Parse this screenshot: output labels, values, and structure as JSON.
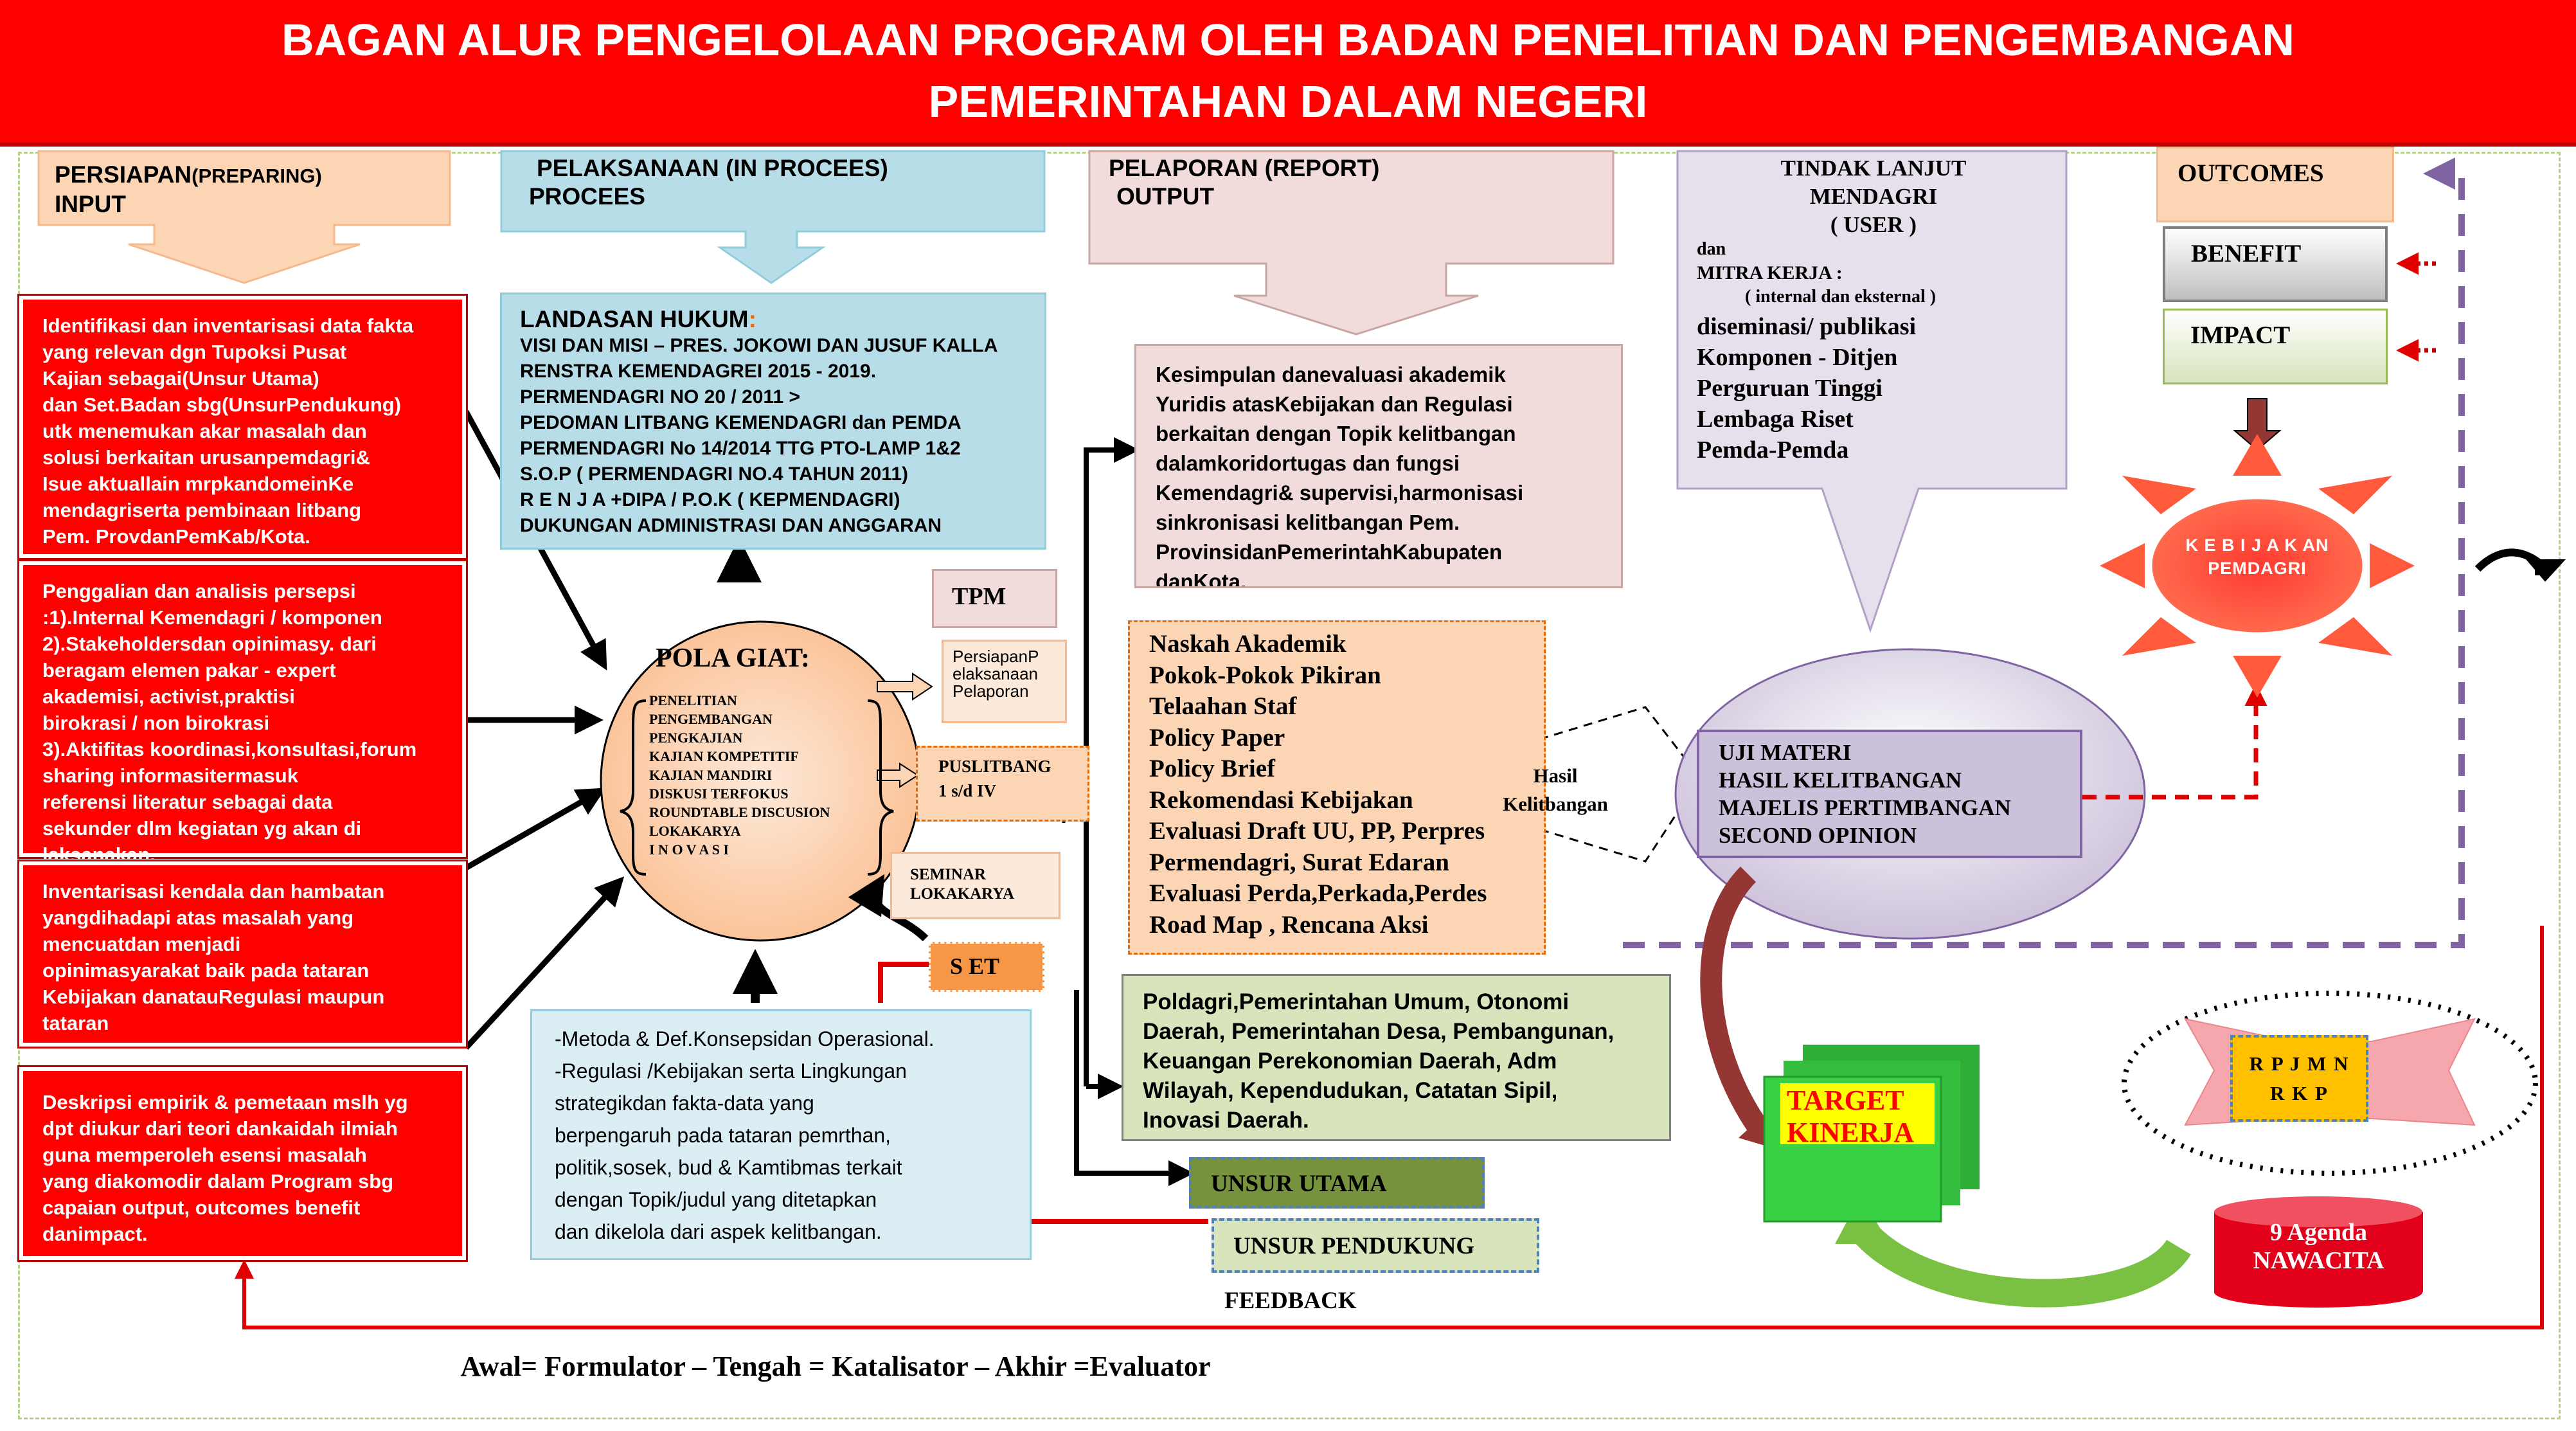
{
  "title": "BAGAN ALUR PENGELOLAAN PROGRAM OLEH BADAN PENELITIAN DAN PENGEMBANGAN\nPEMERINTAHAN DALAM NEGERI",
  "columns": {
    "input": {
      "label": "PERSIAPAN",
      "sub": "(PREPARING)",
      "label2": "INPUT"
    },
    "process": {
      "label": "PELAKSANAAN (IN PROCEES)",
      "label2": "PROCEES"
    },
    "output": {
      "label": "PELAPORAN (REPORT)",
      "label2": "OUTPUT"
    },
    "user": {
      "label": "TINDAK LANJUT\nMENDAGRI\n( USER )",
      "dan": "dan",
      "mitra": "MITRA  KERJA  :",
      "mitra_sub": "( internal  dan eksternal )",
      "items": "diseminasi/ publikasi\nKomponen - Ditjen\nPerguruan Tinggi\nLembaga Riset\nPemda-Pemda"
    },
    "outcomes": {
      "label": "OUTCOMES",
      "benefit": "BENEFIT",
      "impact": "IMPACT"
    }
  },
  "input_boxes": [
    "Identifikasi dan inventarisasi data fakta\nyang relevan dgn  Tupoksi Pusat\nKajian  sebagai(Unsur Utama)\ndan Set.Badan sbg(UnsurPendukung)\nutk menemukan akar masalah dan\nsolusi berkaitan urusanpemdagri&\nIsue aktuallain  mrpkandomeinKe\nmendagriserta pembinaan litbang\nPem. ProvdanPemKab/Kota.",
    "Penggalian dan analisis persepsi\n:1).Internal Kemendagri / komponen\n2).Stakeholdersdan opinimasy. dari\n   beragam elemen pakar - expert\nakademisi, activist,praktisi\n      birokrasi / non birokrasi\n3).Aktifitas koordinasi,konsultasi,forum\nsharing      informasitermasuk\n referensi literatur sebagai data\n      sekunder dlm kegiatan yg akan di\n laksanakan.",
    "Inventarisasi  kendala dan  hambatan\nyangdihadapi atas masalah yang\nmencuatdan menjadi\nopinimasyarakat baik pada tataran\nKebijakan danatauRegulasi maupun\ntataran",
    "Deskripsi empirik & pemetaan mslh yg\ndpt diukur dari teori dankaidah ilmiah\nguna memperoleh esensi masalah\nyang diakomodir dalam Program sbg\ncapaian output,  outcomes   benefit\ndanimpact."
  ],
  "landasan": {
    "title": "LANDASAN HUKUM",
    "colon": ":",
    "body": "VISI DAN MISI – PRES. JOKOWI DAN JUSUF KALLA\n        RENSTRA KEMENDAGREI 2015 - 2019.\nPERMENDAGRI NO 20 / 2011 >\nPEDOMAN LITBANG KEMENDAGRI dan PEMDA\nPERMENDAGRI No 14/2014 TTG PTO-LAMP 1&2\nS.O.P  ( PERMENDAGRI NO.4  TAHUN 2011)\nR E N J A +DIPA / P.O.K ( KEPMENDAGRI)\nDUKUNGAN  ADMINISTRASI DAN ANGGARAN"
  },
  "pola": {
    "title": "POLA GIAT:",
    "items": "PENELITIAN\n     PENGEMBANGAN\n        PENGKAJIAN\n     KAJIAN KOMPETITIF\n     KAJIAN  MANDIRI\n          DISKUSI  TERFOKUS\nROUNDTABLE DISCUSION\n               LOKAKARYA\n   I N O V A S I"
  },
  "tpm": "TPM",
  "persiapan_small": "PersiapanP\nelaksanaan\nPelaporan",
  "puslitbang": "PUSLITBANG\n 1 s/d  IV",
  "seminar": "SEMINAR\nLOKAKARYA",
  "set": "S ET",
  "metoda": "-Metoda & Def.Konsepsidan Operasional.\n-Regulasi /Kebijakan serta Lingkungan\nstrategikdan fakta-data yang\n  berpengaruh pada  tataran  pemrthan,\npolitik,sosek, bud & Kamtibmas terkait\n  dengan Topik/judul yang ditetapkan\n  dan dikelola dari aspek kelitbangan.",
  "kesimpulan": "Kesimpulan  danevaluasi  akademik\nYuridis atasKebijakan dan Regulasi\nberkaitan dengan  Topik kelitbangan\ndalamkoridortugas dan fungsi\nKemendagri& supervisi,harmonisasi\nsinkronisasi kelitbangan Pem.\nProvinsidanPemerintahKabupaten\ndanKota.",
  "naskah": "Naskah Akademik\nPokok-Pokok Pikiran\nTelaahan Staf\nPolicy Paper\nPolicy  Brief\nRekomendasi Kebijakan\nEvaluasi Draft UU, PP, Perpres\nPermendagri, Surat Edaran\nEvaluasi Perda,Perkada,Perdes\nRoad Map , Rencana Aksi",
  "poldagri": "Poldagri,Pemerintahan Umum, Otonomi\nDaerah, Pemerintahan Desa,  Pembangunan,\nKeuangan Perekonomian  Daerah, Adm\nWilayah,  Kependudukan, Catatan Sipil,\nInovasi Daerah.",
  "unsur_utama": "UNSUR UTAMA",
  "unsur_pendukung": "UNSUR PENDUKUNG",
  "feedback": "FEEDBACK",
  "hasil": "Hasil\nKelitbangan",
  "uji": "UJI  MATERI\nHASIL KELITBANGAN\nMAJELIS PERTIMBANGAN\nSECOND OPINION",
  "kebijakan": "K E B I J A K AN\nPEMDAGRI",
  "target": "TARGET\nKINERJA",
  "rpjmn": "R P J M N\nR K P",
  "agenda": "9 Agenda\nNAWACITA",
  "footer": "Awal= Formulator – Tengah = Katalisator – Akhir =Evaluator",
  "colors": {
    "title_red": "#ff0000",
    "box_red": "#ff0000",
    "blue": "#b7dde8",
    "pink": "#f2dcdb",
    "green": "#d7e4bc",
    "orange": "#fcd5b4",
    "purple_dash": "#8064a2",
    "agenda_red": "#e3001b",
    "target_green": "#33cc33"
  }
}
